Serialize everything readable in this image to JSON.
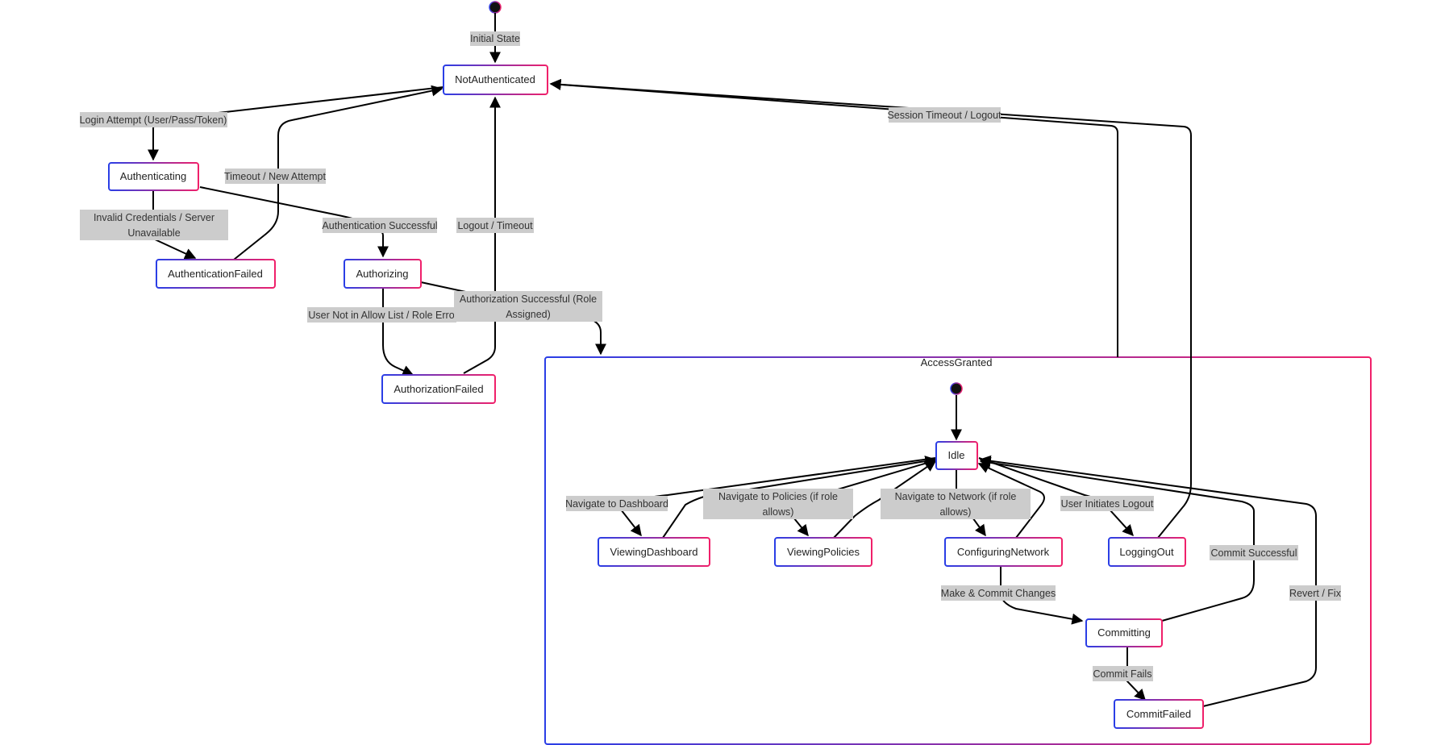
{
  "colors": {
    "gradient_start": "#2a3ee6",
    "gradient_end": "#f0206a",
    "label_bg": "#cccccc",
    "edge": "#000000"
  },
  "states": {
    "not_authenticated": "NotAuthenticated",
    "authenticating": "Authenticating",
    "authentication_failed": "AuthenticationFailed",
    "authorizing": "Authorizing",
    "authorization_failed": "AuthorizationFailed",
    "access_granted": "AccessGranted",
    "idle": "Idle",
    "viewing_dashboard": "ViewingDashboard",
    "viewing_policies": "ViewingPolicies",
    "configuring_network": "ConfiguringNetwork",
    "logging_out": "LoggingOut",
    "committing": "Committing",
    "commit_failed": "CommitFailed"
  },
  "transitions": {
    "initial_state": "Initial State",
    "login_attempt": "Login Attempt (User/Pass/Token)",
    "timeout_new_attempt": "Timeout / New Attempt",
    "invalid_credentials_1": "Invalid Credentials / Server",
    "invalid_credentials_2": "Unavailable",
    "authentication_successful": "Authentication Successful",
    "logout_timeout": "Logout / Timeout",
    "user_not_in_allow_list": "User Not in Allow List / Role Erro",
    "authorization_successful_1": "Authorization Successful (Role",
    "authorization_successful_2": "Assigned)",
    "session_timeout_logout": "Session Timeout / Logout",
    "navigate_dashboard": "Navigate to Dashboard",
    "navigate_policies_1": "Navigate to Policies (if role",
    "navigate_policies_2": "allows)",
    "navigate_network_1": "Navigate to Network (if role",
    "navigate_network_2": "allows)",
    "user_initiates_logout": "User Initiates Logout",
    "commit_successful": "Commit Successful",
    "make_commit_changes": "Make & Commit Changes",
    "revert_fix": "Revert / Fix",
    "commit_fails": "Commit Fails"
  }
}
